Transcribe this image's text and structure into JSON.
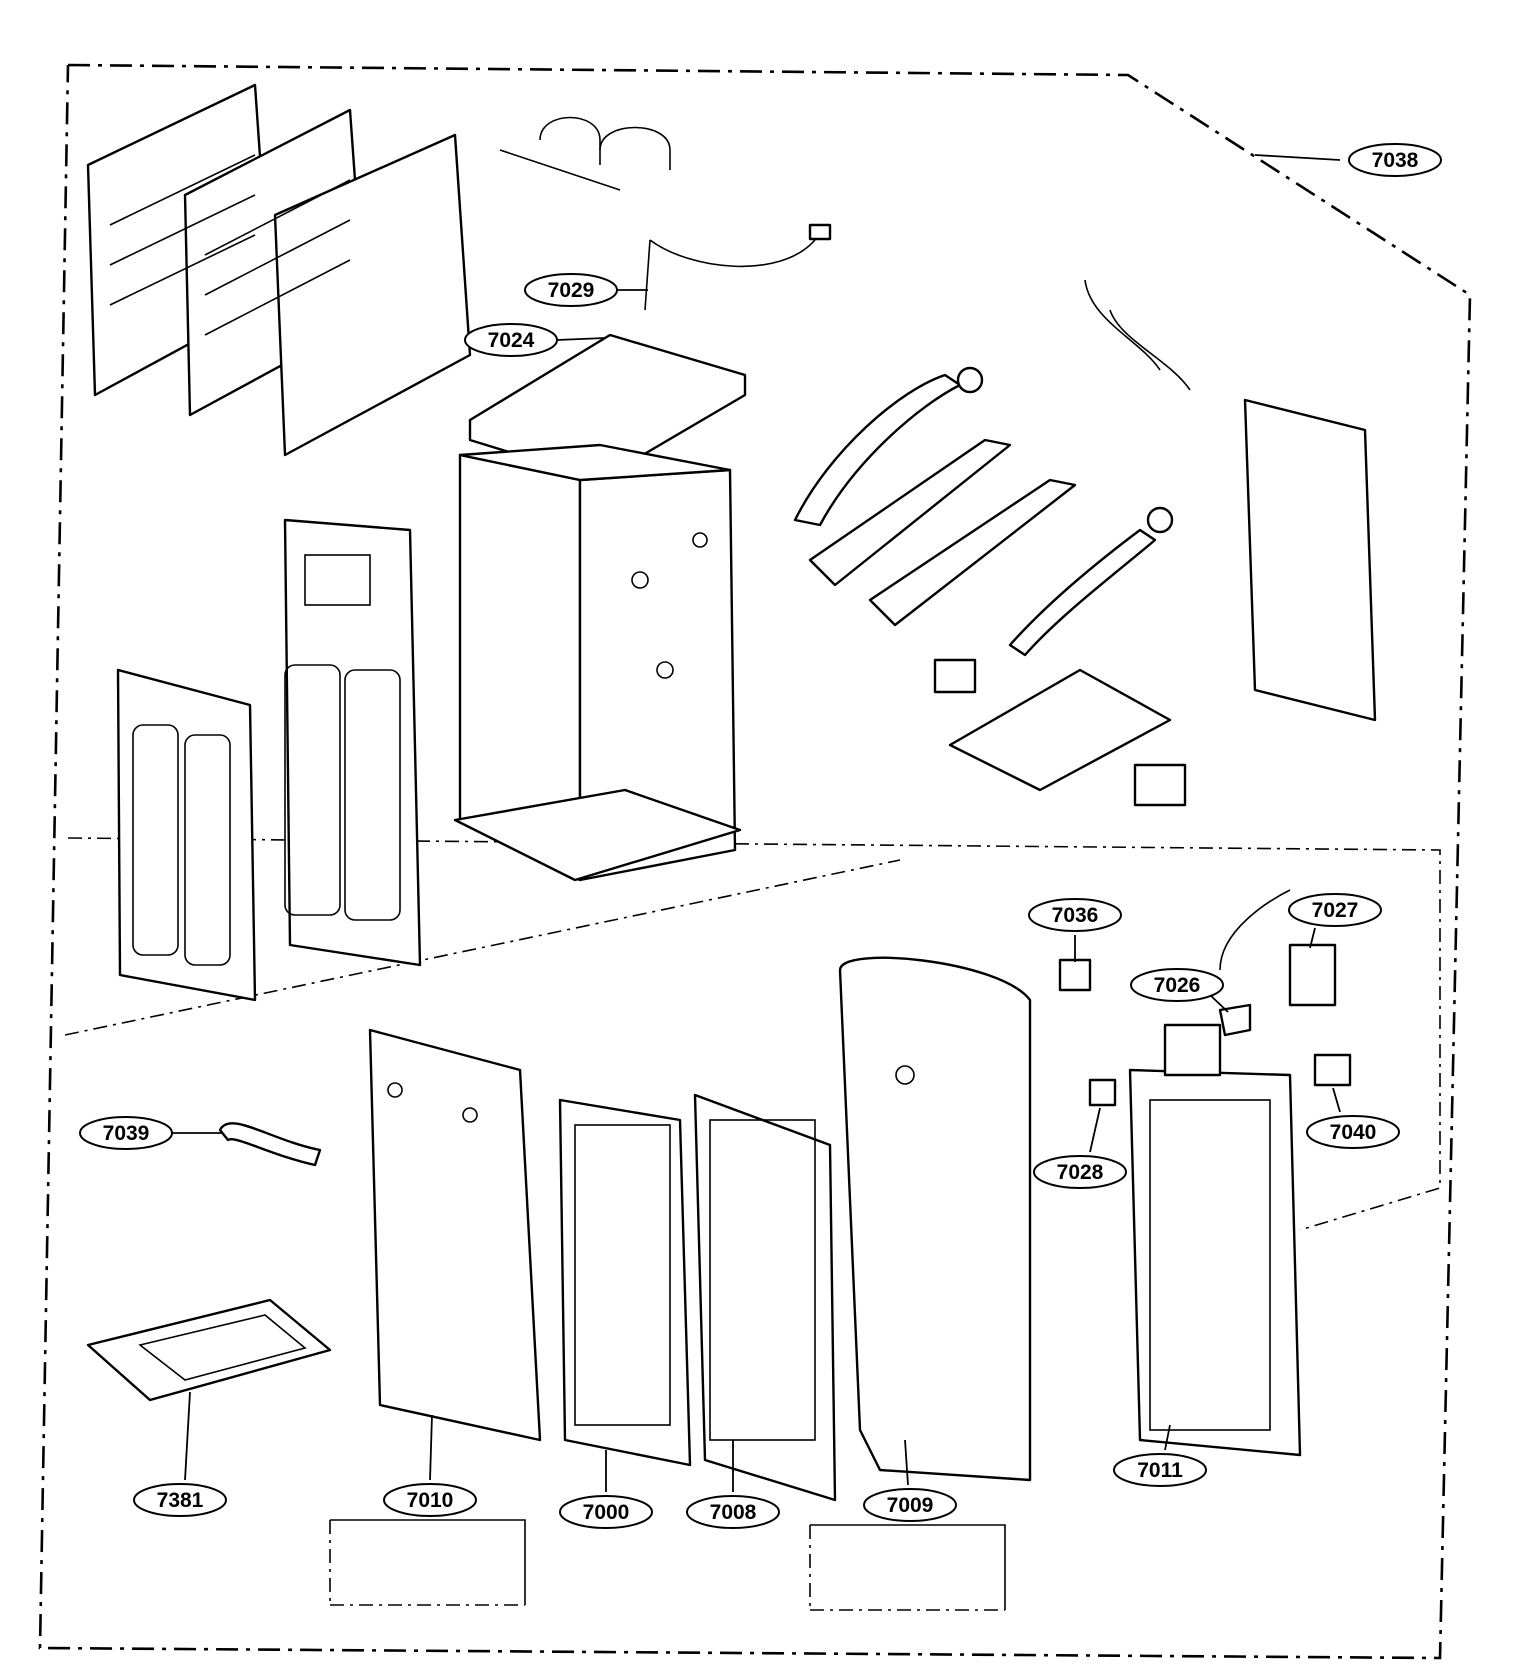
{
  "callouts": [
    {
      "id": "7038",
      "text": "7038"
    },
    {
      "id": "7029",
      "text": "7029"
    },
    {
      "id": "7024",
      "text": "7024"
    },
    {
      "id": "7036",
      "text": "7036"
    },
    {
      "id": "7027",
      "text": "7027"
    },
    {
      "id": "7026",
      "text": "7026"
    },
    {
      "id": "7039",
      "text": "7039"
    },
    {
      "id": "7028",
      "text": "7028"
    },
    {
      "id": "7040",
      "text": "7040"
    },
    {
      "id": "7381",
      "text": "7381"
    },
    {
      "id": "7010",
      "text": "7010"
    },
    {
      "id": "7000",
      "text": "7000"
    },
    {
      "id": "7008",
      "text": "7008"
    },
    {
      "id": "7009",
      "text": "7009"
    },
    {
      "id": "7011",
      "text": "7011"
    }
  ]
}
